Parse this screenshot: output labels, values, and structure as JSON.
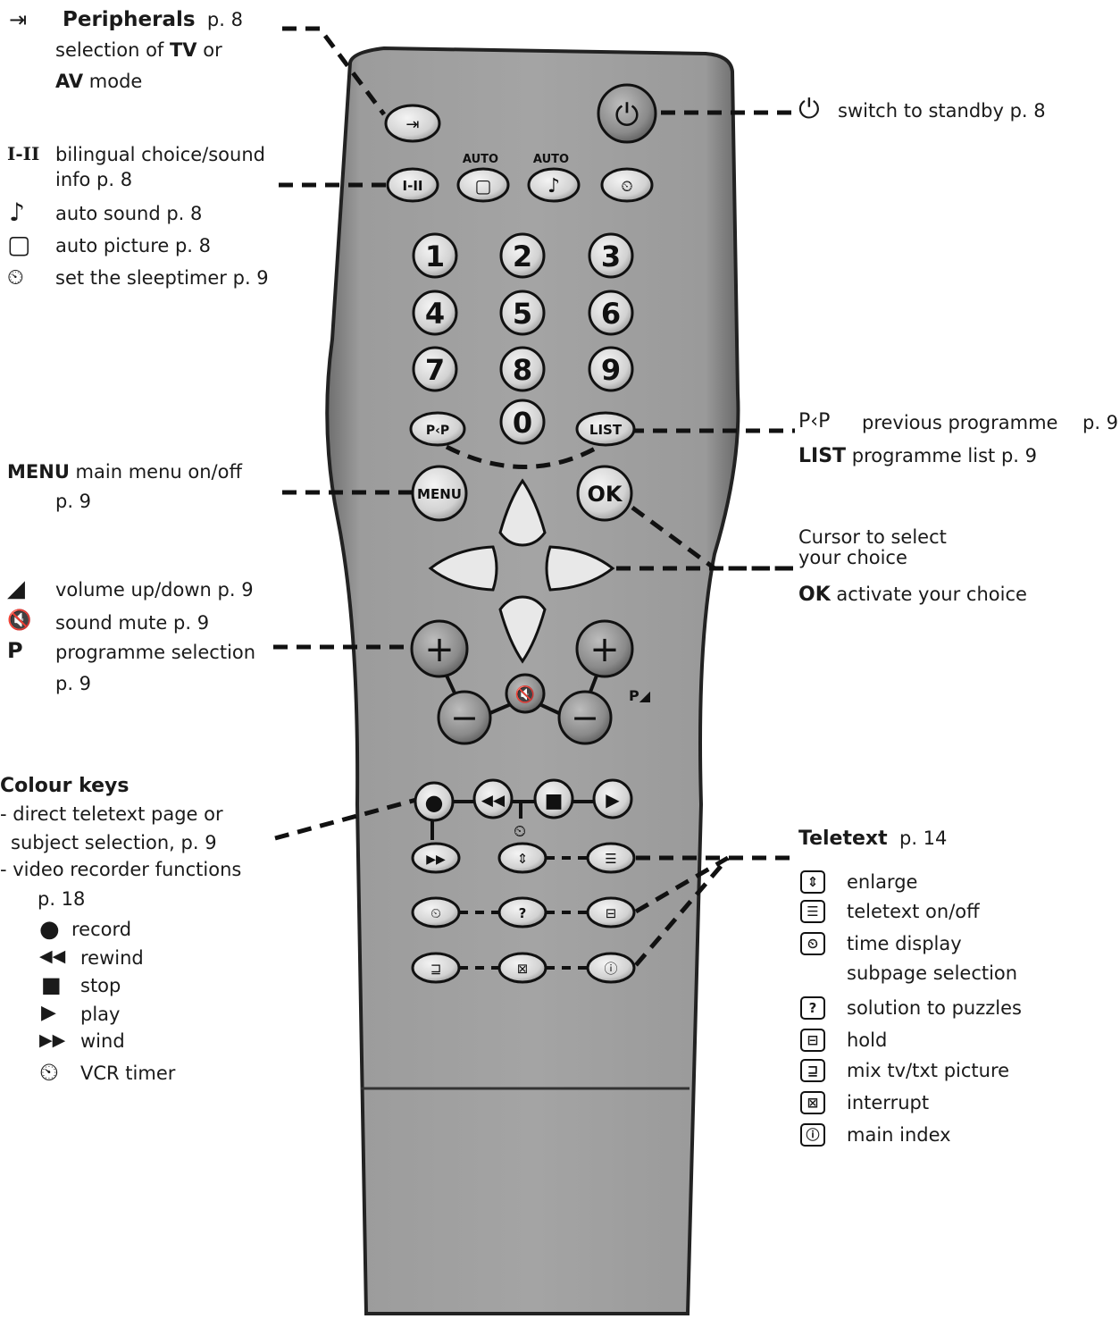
{
  "remote": {
    "power_symbol": "⏻",
    "auto_labels": [
      "AUTO",
      "AUTO"
    ],
    "row1": [
      "I-II",
      "▢",
      "♪",
      "⏲"
    ],
    "digits": [
      "1",
      "2",
      "3",
      "4",
      "5",
      "6",
      "7",
      "8",
      "9",
      "0"
    ],
    "pp": "P‹P",
    "list": "LIST",
    "menu": "MENU",
    "ok": "OK",
    "plus": "+",
    "minus": "−",
    "mute": "🔇",
    "vol_label": "P◢",
    "transport": [
      "●",
      "◀◀",
      "■",
      "▶"
    ],
    "timer_symbol": "⏲",
    "ff": "▶▶",
    "tt_row1": [
      "⇕",
      "☰"
    ],
    "tt_row2": [
      "⏲",
      "?",
      "⊟"
    ],
    "tt_row3": [
      "⊒",
      "⊠",
      "ⓘ"
    ]
  },
  "left": {
    "peripherals_icon": "⇥",
    "peripherals_title": "Peripherals",
    "peripherals_page": "p. 8",
    "peripherals_line2a": "selection of ",
    "peripherals_line2b": "TV",
    "peripherals_line2c": " or",
    "peripherals_line3a": "AV",
    "peripherals_line3b": " mode",
    "bilingual_icon": "I-II",
    "bilingual_text": "bilingual choice/sound",
    "bilingual_text2": "info  p. 8",
    "auto_sound_icon": "♪",
    "auto_sound_text": "auto sound  p. 8",
    "auto_picture_icon": "▢",
    "auto_picture_text": "auto picture  p. 8",
    "sleeptimer_icon": "⏲",
    "sleeptimer_text": "set the sleeptimer p. 9",
    "menu_title": "MENU",
    "menu_text": " main menu on/off",
    "menu_page": "p. 9",
    "volume_icon": "◢",
    "volume_text": "volume up/down  p. 9",
    "mute_icon": "🔇",
    "mute_text": "sound mute  p. 9",
    "prog_icon": "P",
    "prog_text": "programme selection",
    "prog_page": "p. 9",
    "colour_title": "Colour keys",
    "colour_l1": "- direct teletext page or",
    "colour_l2": "subject selection, p. 9",
    "colour_l3": "- video recorder functions",
    "colour_l4": "p. 18",
    "vcr": [
      {
        "icon": "●",
        "text": "record"
      },
      {
        "icon": "◀◀",
        "text": "rewind"
      },
      {
        "icon": "■",
        "text": "stop"
      },
      {
        "icon": "▶",
        "text": "play"
      },
      {
        "icon": "▶▶",
        "text": "wind"
      },
      {
        "icon": "⏲",
        "text": "VCR timer"
      }
    ]
  },
  "right": {
    "standby_icon": "⏻",
    "standby_text": "switch to standby  p. 8",
    "pp_icon": "P‹P",
    "pp_text": "previous programme",
    "pp_page": "p. 9",
    "list_title": "LIST",
    "list_text": " programme list  p. 9",
    "cursor_l1": "Cursor to select",
    "cursor_l2": "your choice",
    "ok_title": "OK",
    "ok_text": " activate your choice",
    "teletext_title": "Teletext",
    "teletext_page": "p. 14",
    "teletext": [
      {
        "icon": "⇕",
        "text": "enlarge"
      },
      {
        "icon": "☰",
        "text": "teletext on/off"
      },
      {
        "icon": "⏲",
        "text": "time display"
      },
      {
        "icon": "",
        "text": "subpage selection"
      },
      {
        "icon": "?",
        "text": "solution to puzzles"
      },
      {
        "icon": "⊟",
        "text": "hold"
      },
      {
        "icon": "⊒",
        "text": "mix tv/txt picture"
      },
      {
        "icon": "⊠",
        "text": "interrupt"
      },
      {
        "icon": "ⓘ",
        "text": "main index"
      }
    ]
  }
}
